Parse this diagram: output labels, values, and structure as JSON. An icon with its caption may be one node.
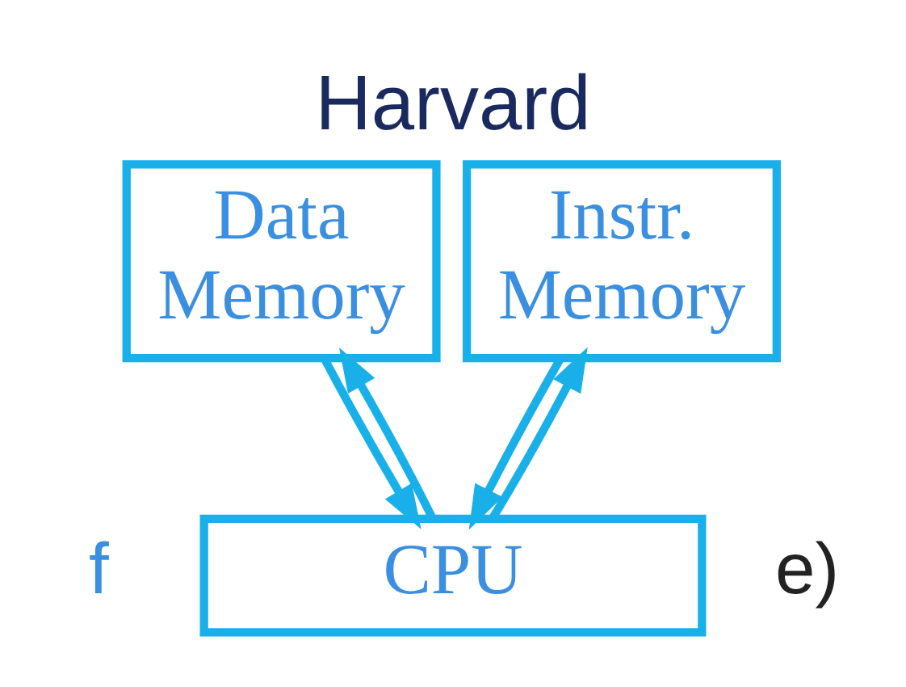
{
  "diagram": {
    "title": "Harvard",
    "nodes": [
      {
        "text": [
          "Data Memory"
        ]
      },
      {
        "text": [
          "Instr. Memory"
        ]
      },
      {
        "text": [
          "CPU"
        ]
      }
    ],
    "edges": [
      {
        "from": 2,
        "to": 0,
        "arrow": "to"
      },
      {
        "from": 0,
        "to": 2,
        "arrow": "to"
      },
      {
        "from": 2,
        "to": 1,
        "arrow": "to"
      },
      {
        "from": 1,
        "to": 2,
        "arrow": "to"
      }
    ],
    "labels": [
      "e)",
      "f"
    ]
  }
}
